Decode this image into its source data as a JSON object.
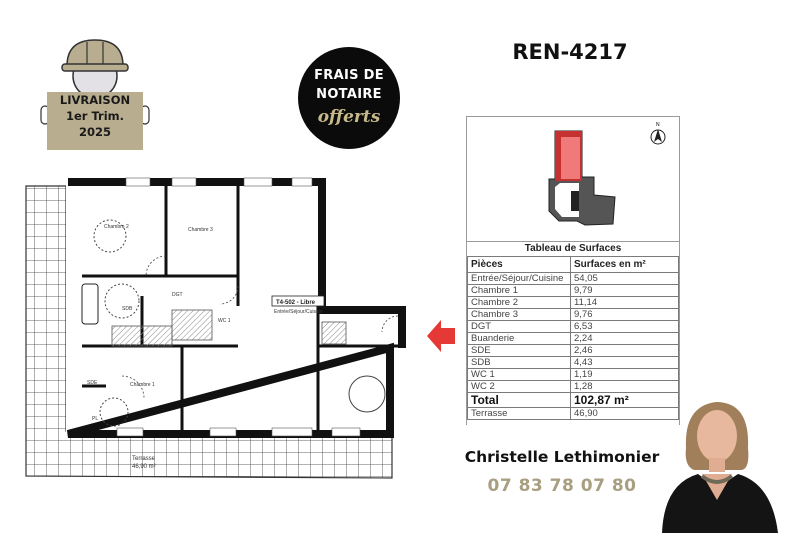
{
  "badge": {
    "icon": "construction-worker-helmet-icon",
    "line1": "LIVRAISON",
    "line2": "1er Trim.",
    "line3": "2025",
    "color": "#b9ad8f"
  },
  "promo": {
    "line1": "FRAIS DE",
    "line2": "NOTAIRE",
    "line3": "offerts",
    "background": "#0b0b0b",
    "accent": "#c8b98a"
  },
  "reference": "REN-4217",
  "keyplan": {
    "north_label": "N",
    "highlight_color": "#e34a4a"
  },
  "surfaces_table": {
    "title": "Tableau de Surfaces",
    "headers": [
      "Pièces",
      "Surfaces en m²"
    ],
    "rows": [
      {
        "room": "Entrée/Séjour/Cuisine",
        "area": "54,05"
      },
      {
        "room": "Chambre 1",
        "area": "9,79"
      },
      {
        "room": "Chambre 2",
        "area": "11,14"
      },
      {
        "room": "Chambre 3",
        "area": "9,76"
      },
      {
        "room": "DGT",
        "area": "6,53"
      },
      {
        "room": "Buanderie",
        "area": "2,24"
      },
      {
        "room": "SDE",
        "area": "2,46"
      },
      {
        "room": "SDB",
        "area": "4,43"
      },
      {
        "room": "WC 1",
        "area": "1,19"
      },
      {
        "room": "WC 2",
        "area": "1,28"
      }
    ],
    "total_label": "Total",
    "total_value": "102,87 m²",
    "terrace_label": "Terrasse",
    "terrace_value": "46,90"
  },
  "floorplan": {
    "unit_label": "T4-502 - Libre",
    "unit_sub": "Entrée/Séjour/Cuisine",
    "rooms": {
      "chambre2": "Chambre 2",
      "chambre3": "Chambre 3",
      "chambre1": "Chambre 1",
      "sdb": "SDB",
      "sde": "SDE",
      "dgt": "DGT",
      "wc1": "WC 1",
      "pl": "PL",
      "terrasse": "Terrasse",
      "terrasse_area": "46,90 m²"
    },
    "entry_arrow_color": "#e53935"
  },
  "contact": {
    "name": "Christelle Lethimonier",
    "phone": "07 83 78 07 80",
    "phone_color": "#a89e80"
  }
}
